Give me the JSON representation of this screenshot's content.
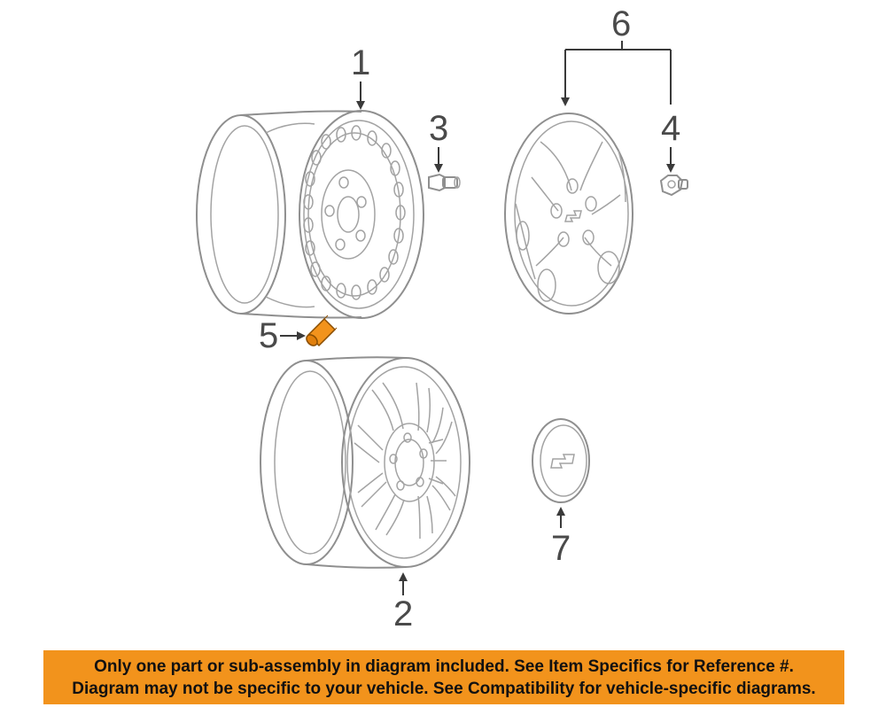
{
  "callouts": {
    "c1": "1",
    "c2": "2",
    "c3": "3",
    "c4": "4",
    "c5": "5",
    "c6": "6",
    "c7": "7"
  },
  "colors": {
    "highlight_part": "#f2931c",
    "banner_background": "#f2931c",
    "line_art": "#8f8f8f"
  },
  "notice": {
    "line1": "Only one part or sub-assembly in diagram included. See Item Specifics for Reference #.",
    "line2": "Diagram may not be specific to your vehicle. See Compatibility for vehicle-specific diagrams."
  }
}
